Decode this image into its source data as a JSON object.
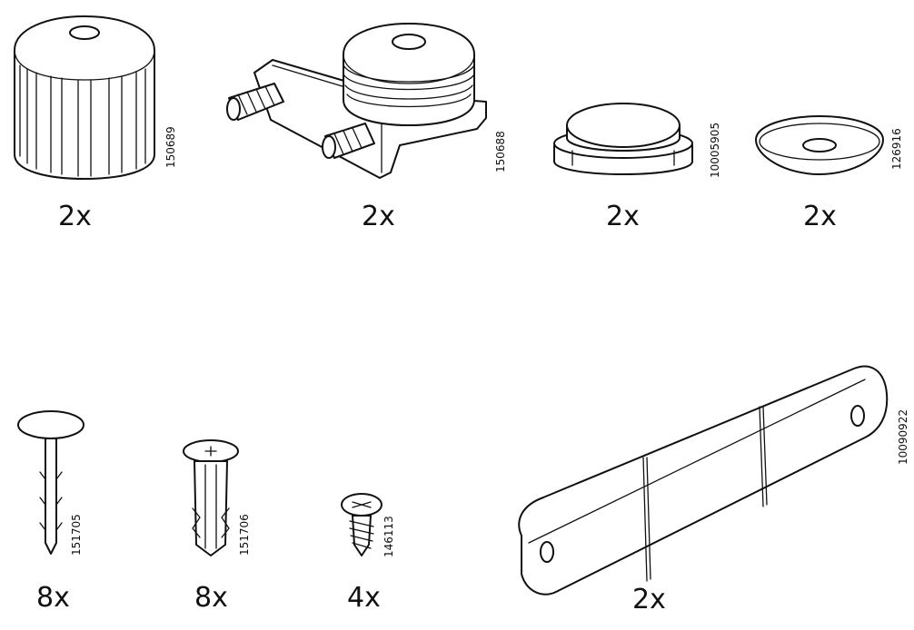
{
  "parts": [
    {
      "id": "150689",
      "quantity": "2x",
      "icon": "knurled-cap-foot-icon"
    },
    {
      "id": "150688",
      "quantity": "2x",
      "icon": "adjustable-foot-bracket-icon"
    },
    {
      "id": "10005905",
      "quantity": "2x",
      "icon": "round-cap-icon"
    },
    {
      "id": "126916",
      "quantity": "2x",
      "icon": "dish-washer-icon"
    },
    {
      "id": "151705",
      "quantity": "8x",
      "icon": "nail-plug-icon"
    },
    {
      "id": "151706",
      "quantity": "8x",
      "icon": "wall-plug-icon"
    },
    {
      "id": "146113",
      "quantity": "4x",
      "icon": "screw-icon"
    },
    {
      "id": "10090922",
      "quantity": "2x",
      "icon": "connector-plate-icon"
    }
  ]
}
